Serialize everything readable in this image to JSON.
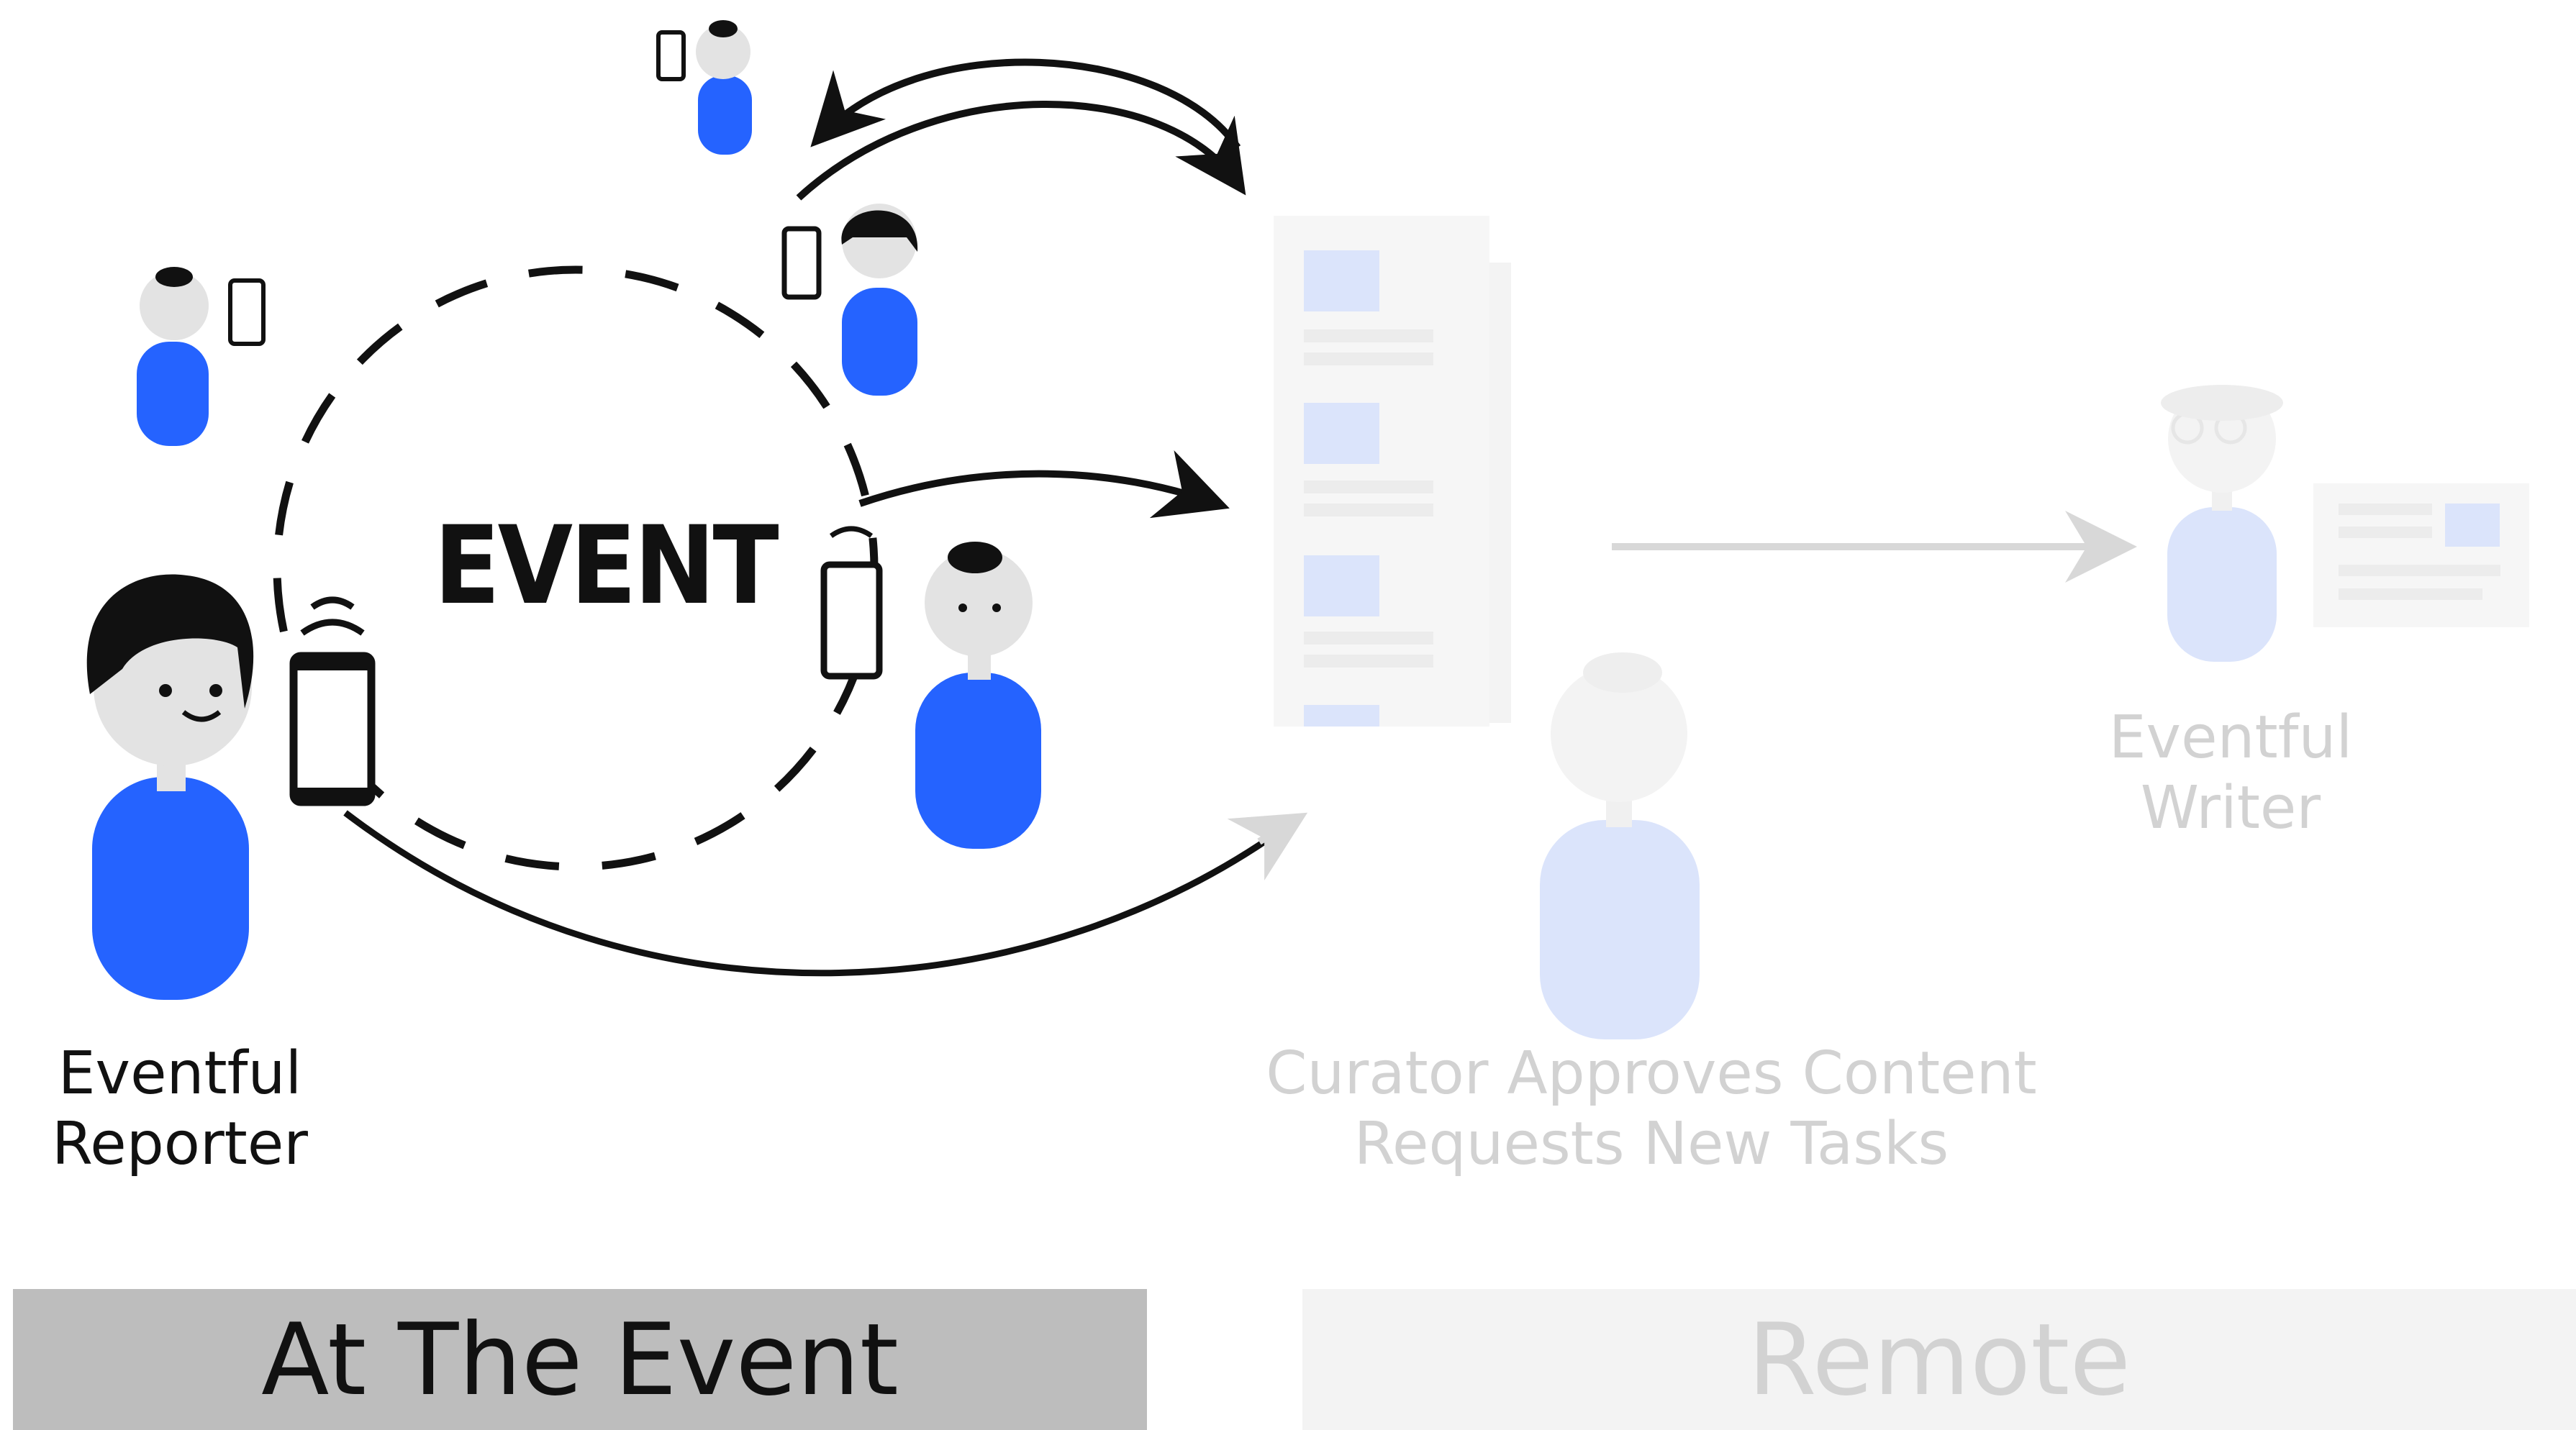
{
  "event_label": "EVENT",
  "reporter": {
    "line1": "Eventful",
    "line2": "Reporter"
  },
  "curator": {
    "line1": "Curator Approves Content",
    "line2": "Requests New Tasks"
  },
  "writer": {
    "line1": "Eventful",
    "line2": "Writer"
  },
  "sections": {
    "left": "At The Event",
    "right": "Remote"
  },
  "colors": {
    "body_blue": "#2563ff",
    "faded_blue": "#dbe4fb",
    "head_gray": "#e3e3e3",
    "ink": "#111111",
    "faded_text": "#d2d2d2",
    "active_bar": "#bdbdbd",
    "inactive_bar": "#f3f3f3"
  }
}
